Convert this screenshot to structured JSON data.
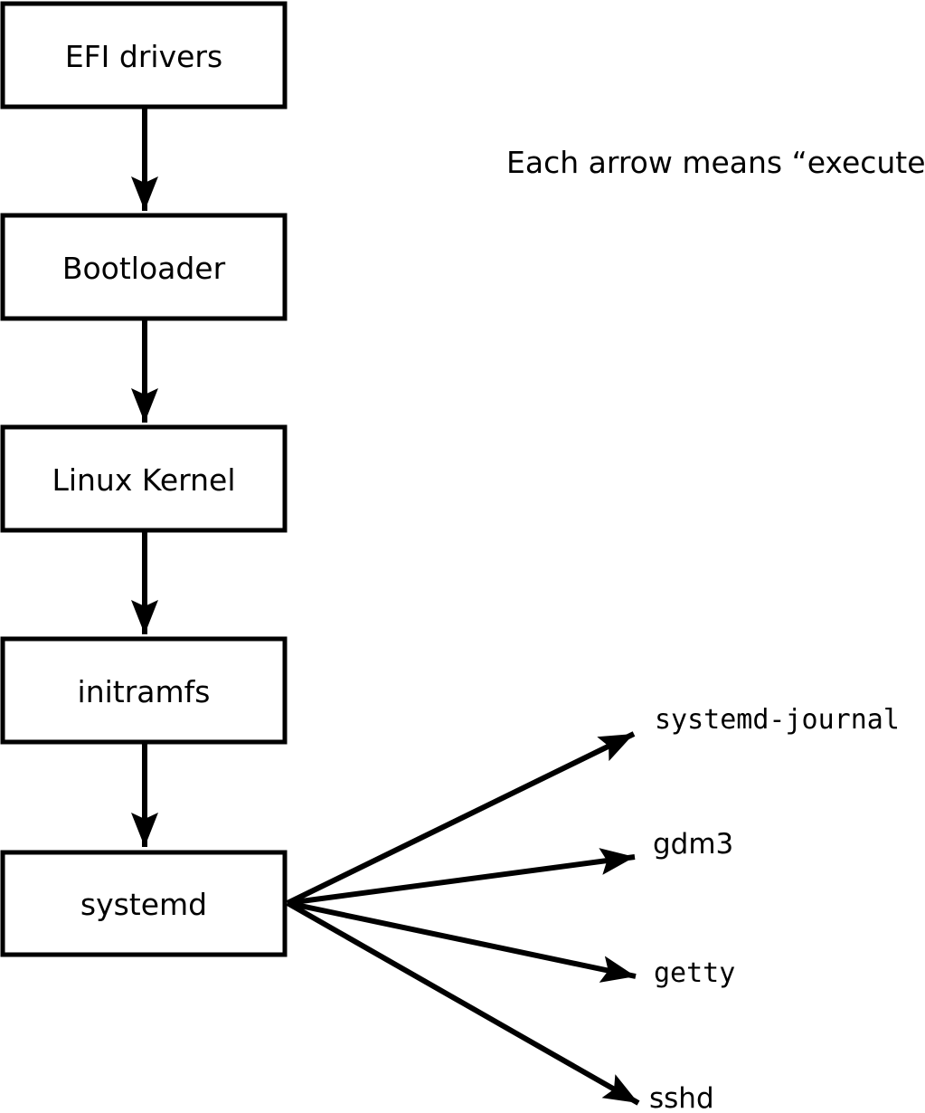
{
  "canvas": {
    "background": "#ffffff",
    "line_color": "#000000"
  },
  "caption": "Each arrow means “executes”.",
  "arrow_meaning": "executes",
  "chain": [
    {
      "label": "EFI drivers"
    },
    {
      "label": "Bootloader"
    },
    {
      "label": "Linux Kernel"
    },
    {
      "label": "initramfs"
    },
    {
      "label": "systemd"
    }
  ],
  "targets": [
    {
      "label": "systemd-journal"
    },
    {
      "label": "gdm3"
    },
    {
      "label": "getty"
    },
    {
      "label": "sshd"
    }
  ]
}
